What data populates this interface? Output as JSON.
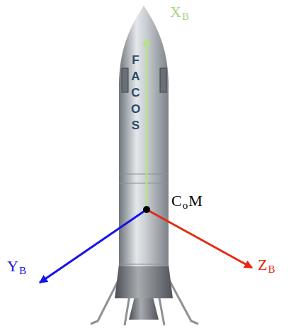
{
  "diagram": {
    "labels": [
      "X",
      "B",
      "Y",
      "B",
      "Z",
      "B",
      "C",
      "o",
      "M",
      "FACOS"
    ]
  }
}
